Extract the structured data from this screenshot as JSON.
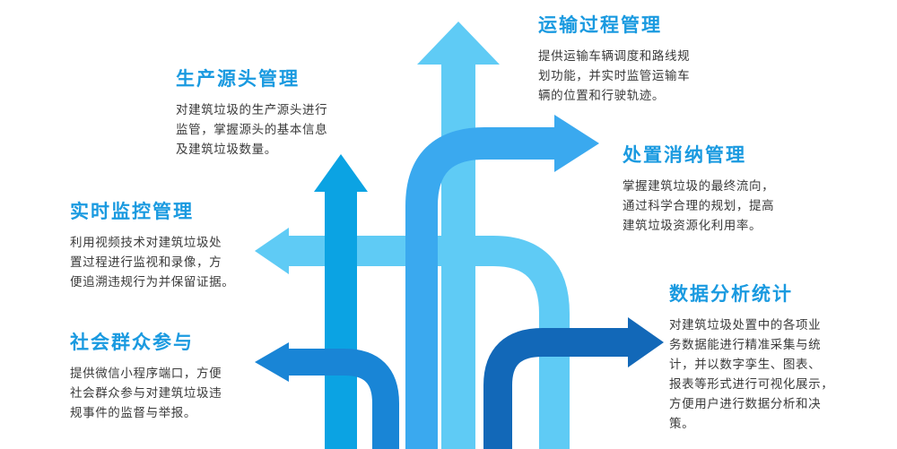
{
  "colors": {
    "title": "#1a9ae0",
    "arrow_light": "#5fcbf5",
    "arrow_mid": "#3aa9ef",
    "arrow_blue": "#1985d6",
    "arrow_sky": "#0ba3e3",
    "arrow_dark": "#1268b8",
    "text": "#3a3a3a"
  },
  "blocks": {
    "production": {
      "title": "生产源头管理",
      "lines": [
        "对建筑垃圾的生产源头进行",
        "监管，掌握源头的基本信息",
        "及建筑垃圾数量。"
      ]
    },
    "realtime": {
      "title": "实时监控管理",
      "lines": [
        "利用视频技术对建筑垃圾处",
        "置过程进行监视和录像，方",
        "便追溯违规行为并保留证据。"
      ]
    },
    "public": {
      "title": "社会群众参与",
      "lines": [
        "提供微信小程序端口，方便",
        "社会群众参与对建筑垃圾违",
        "规事件的监督与举报。"
      ]
    },
    "transport": {
      "title": "运输过程管理",
      "lines": [
        "提供运输车辆调度和路线规",
        "划功能，并实时监管运输车",
        "辆的位置和行驶轨迹。"
      ]
    },
    "disposal": {
      "title": "处置消纳管理",
      "lines": [
        "掌握建筑垃圾的最终流向，",
        "通过科学合理的规划，提高",
        "建筑垃圾资源化利用率。"
      ]
    },
    "analysis": {
      "title": "数据分析统计",
      "lines": [
        "对建筑垃圾处置中的各项业",
        "务数据能进行精准采集与统",
        "计，并以数字孪生、图表、",
        "报表等形式进行可视化展示，",
        "方便用户进行数据分析和决",
        "策。"
      ]
    }
  }
}
